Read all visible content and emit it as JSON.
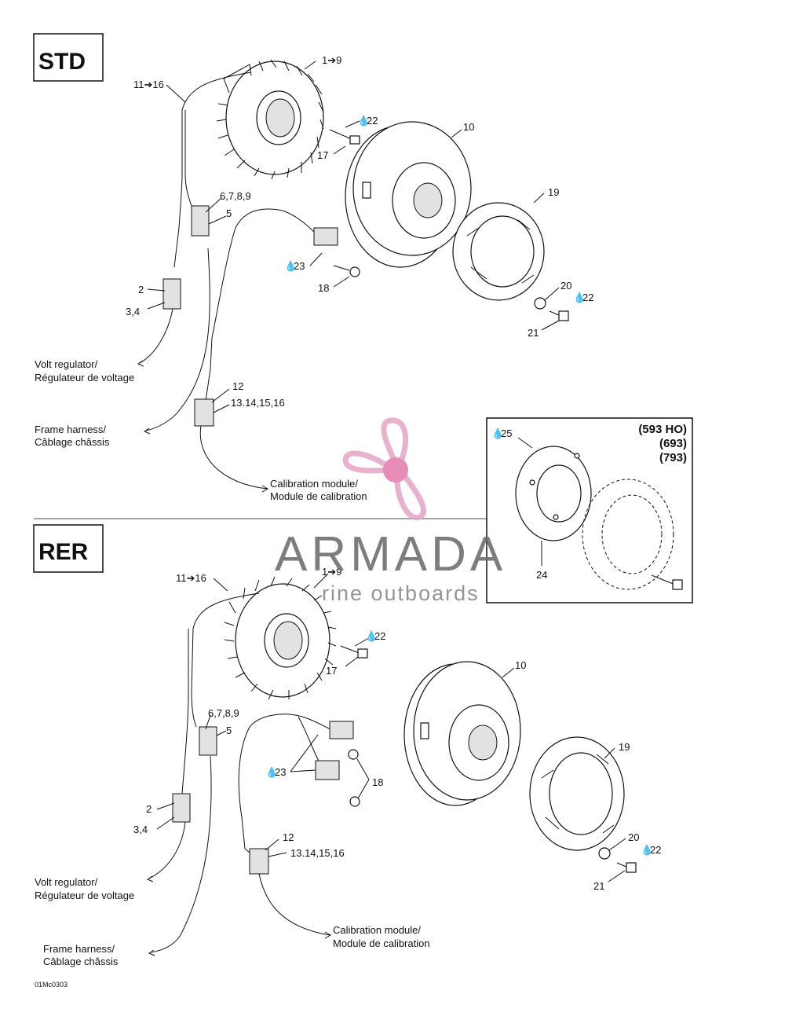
{
  "sections": {
    "std": {
      "label": "STD"
    },
    "rer": {
      "label": "RER"
    }
  },
  "std": {
    "callouts": {
      "c_1_9": "1➔9",
      "c_11_16": "11➔16",
      "c_22a": "22",
      "c_17": "17",
      "c_10": "10",
      "c_6789": "6,7,8,9",
      "c_5": "5",
      "c_19": "19",
      "c_23": "23",
      "c_18": "18",
      "c_2": "2",
      "c_34": "3,4",
      "c_20": "20",
      "c_22b": "22",
      "c_21": "21",
      "c_12": "12",
      "c_13_16": "13.14,15,16"
    },
    "connections": {
      "volt_en": "Volt regulator/",
      "volt_fr": "Régulateur de voltage",
      "frame_en": "Frame harness/",
      "frame_fr": "Câblage châssis",
      "calib_en": "Calibration module/",
      "calib_fr": "Module de calibration"
    }
  },
  "inset": {
    "variants": [
      "(593 HO)",
      "(693)",
      "(793)"
    ],
    "callouts": {
      "c_25": "25",
      "c_24": "24"
    }
  },
  "rer": {
    "callouts": {
      "c_11_16": "11➔16",
      "c_1_9": "1➔9",
      "c_22a": "22",
      "c_17": "17",
      "c_10": "10",
      "c_6789": "6,7,8,9",
      "c_5": "5",
      "c_23": "23",
      "c_18": "18",
      "c_19": "19",
      "c_2": "2",
      "c_34": "3,4",
      "c_12": "12",
      "c_13_16": "13.14,15,16",
      "c_20": "20",
      "c_22b": "22",
      "c_21": "21"
    },
    "connections": {
      "volt_en": "Volt regulator/",
      "volt_fr": "Régulateur de voltage",
      "calib_en": "Calibration module/",
      "calib_fr": "Module de calibration",
      "frame_en": "Frame harness/",
      "frame_fr": "Câblage châssis"
    }
  },
  "watermark": {
    "title": "ARMADA",
    "subtitle": "rine outboards",
    "logo_color": "#e6a9c7",
    "logo_center": "#e57fb0"
  },
  "figure_code": "01Mc0303"
}
